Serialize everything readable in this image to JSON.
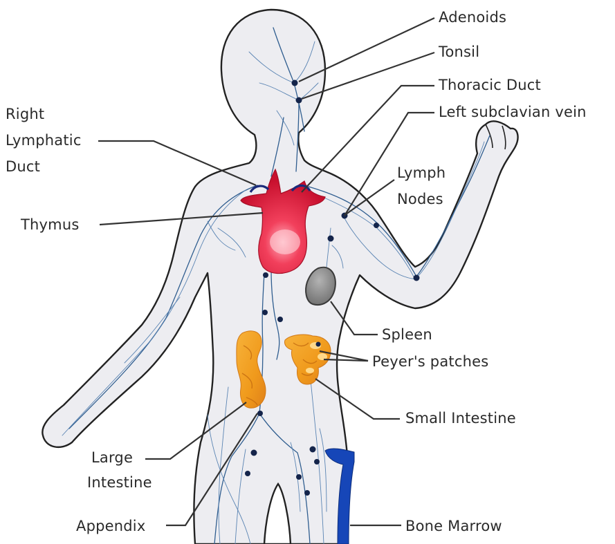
{
  "labels": {
    "adenoids": "Adenoids",
    "tonsil": "Tonsil",
    "thoracic_duct": "Thoracic Duct",
    "left_subclavian_vein": "Left subclavian vein",
    "right_lymphatic_duct_line1": "Right",
    "right_lymphatic_duct_line2": "Lymphatic",
    "right_lymphatic_duct_line3": "Duct",
    "lymph_nodes_line1": "Lymph",
    "lymph_nodes_line2": "Nodes",
    "thymus": "Thymus",
    "spleen": "Spleen",
    "peyers_patches": "Peyer's patches",
    "small_intestine": "Small Intestine",
    "large_intestine_line1": "Large",
    "large_intestine_line2": "Intestine",
    "appendix": "Appendix",
    "bone_marrow": "Bone Marrow"
  },
  "colors": {
    "body_fill": "#ededf1",
    "body_outline": "#222222",
    "vessel": "#2f5d8f",
    "lymph_node": "#14244a",
    "thymus": "#d91f3f",
    "spleen": "#8c8c8c",
    "intestine": "#f0a21e",
    "bone_marrow": "#1646b8"
  }
}
